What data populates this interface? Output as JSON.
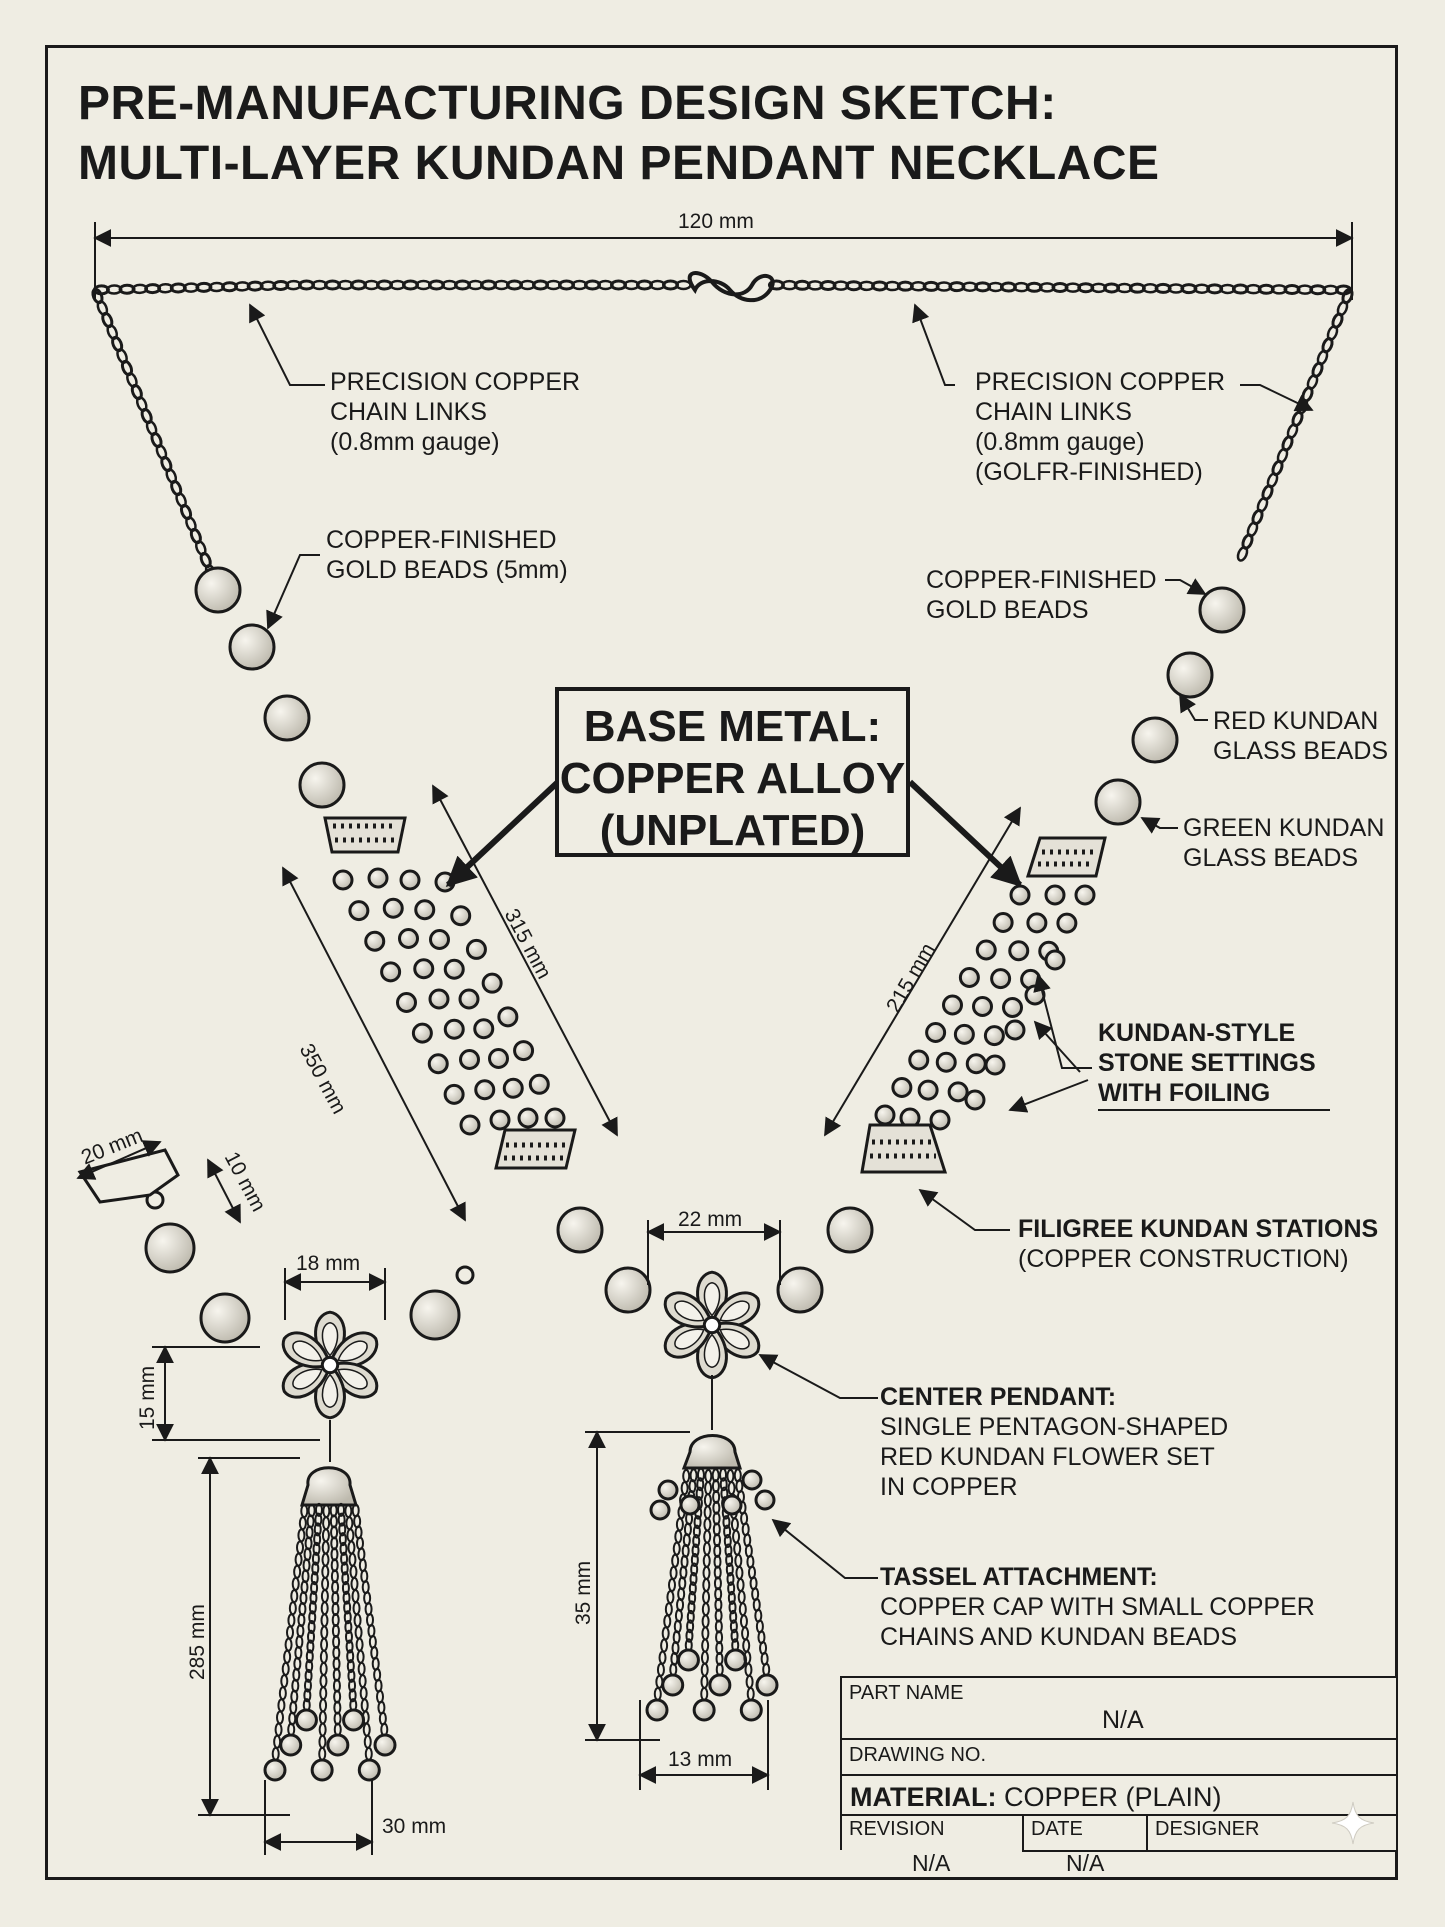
{
  "title": {
    "line1": "PRE-MANUFACTURING DESIGN SKETCH:",
    "line2": "MULTI-LAYER KUNDAN PENDANT NECKLACE"
  },
  "dimensions": {
    "top_width": "120 mm",
    "left_strand_outer": "350 mm",
    "left_strand_inner": "315 mm",
    "right_strand": "215 mm",
    "center_flower": "22 mm",
    "center_tassel_height": "35 mm",
    "center_tassel_width": "13 mm",
    "detail_clasp_width": "20 mm",
    "detail_clasp_height": "10 mm",
    "detail_flower_width": "18 mm",
    "detail_flower_height": "15 mm",
    "detail_tassel_height": "285 mm",
    "detail_tassel_width": "30 mm"
  },
  "callouts": {
    "chain_left": [
      "PRECISION COPPER",
      "CHAIN LINKS",
      "(0.8mm gauge)"
    ],
    "chain_right": [
      "PRECISION COPPER",
      "CHAIN LINKS",
      "(0.8mm gauge)",
      "(GOLFR-FINISHED)"
    ],
    "beads_left": [
      "COPPER-FINISHED",
      "GOLD BEADS (5mm)"
    ],
    "beads_right": [
      "COPPER-FINISHED",
      "GOLD BEADS"
    ],
    "red_kundan": [
      "RED KUNDAN",
      "GLASS BEADS"
    ],
    "green_kundan": [
      "GREEN KUNDAN",
      "GLASS BEADS"
    ],
    "stone_settings": [
      "KUNDAN-STYLE",
      "STONE SETTINGS",
      "WITH FOILING"
    ],
    "filigree": {
      "heading": "FILIGREE KUNDAN STATIONS",
      "sub": "(COPPER CONSTRUCTION)"
    },
    "center_pendant": {
      "heading": "CENTER PENDANT:",
      "lines": [
        "SINGLE PENTAGON-SHAPED",
        "RED KUNDAN FLOWER SET",
        "IN COPPER"
      ]
    },
    "tassel": {
      "heading": "TASSEL ATTACHMENT:",
      "lines": [
        "COPPER CAP WITH SMALL COPPER",
        "CHAINS AND KUNDAN BEADS"
      ]
    }
  },
  "base_metal": [
    "BASE METAL:",
    "COPPER ALLOY",
    "(UNPLATED)"
  ],
  "title_block": {
    "part_name_label": "PART NAME",
    "part_name_value": "N/A",
    "drawing_no_label": "DRAWING NO.",
    "material_label": "MATERIAL:",
    "material_value": "COPPER (PLAIN)",
    "revision_label": "REVISION",
    "revision_value": "N/A",
    "date_label": "DATE",
    "date_value": "N/A",
    "designer_label": "DESIGNER"
  },
  "colors": {
    "ink": "#1a1a1a",
    "paper": "#efede3",
    "bead_fill": "#d9d6cc"
  },
  "icons": [
    "sparkle-icon"
  ]
}
